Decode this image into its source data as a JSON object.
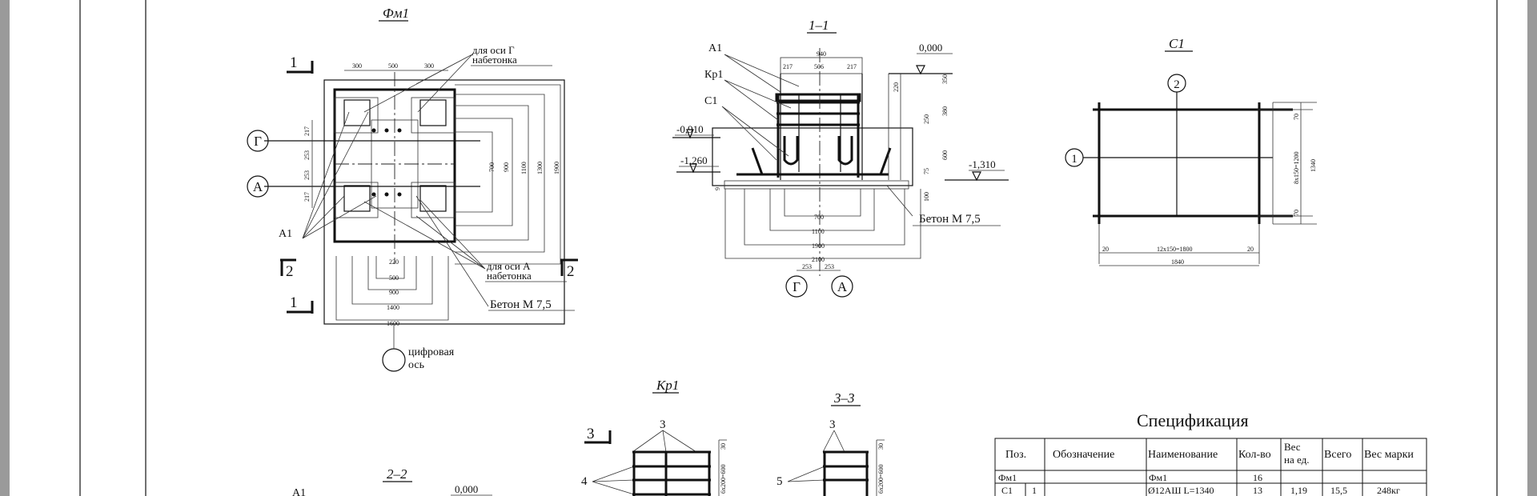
{
  "viewer": {
    "background_color": "#9a9a9a",
    "sheet_color": "#ffffff"
  },
  "drawings": {
    "fm1": {
      "title": "Фм1",
      "section_mark": "1",
      "section2_mark": "2",
      "axis_g": "Г",
      "axis_a": "А",
      "rebar_label": "А1",
      "note_axis_g_line1": "для оси Г",
      "note_axis_g_line2": "набетонка",
      "note_axis_a_line1": "для оси А",
      "note_axis_a_line2": "набетонка",
      "concrete": "Бетон М 7,5",
      "digital_axis_line1": "цифровая",
      "digital_axis_line2": "ось",
      "dims_top": [
        "300",
        "500",
        "300"
      ],
      "dims_left": [
        "217",
        "253",
        "253",
        "217"
      ],
      "dims_right": [
        "700",
        "900",
        "1100",
        "1300",
        "1900"
      ],
      "dims_bottom": [
        "220",
        "500",
        "900",
        "1400",
        "1600"
      ]
    },
    "section_1_1": {
      "title": "1–1",
      "rebar_label": "А1",
      "frame_label": "Кр1",
      "mesh_label": "С1",
      "level_top": "0,000",
      "level_1": "-0,910",
      "level_2": "-1,260",
      "level_3": "-1,310",
      "concrete": "Бетон М 7,5",
      "axis_g": "Г",
      "axis_a": "А",
      "dims_top": [
        "940",
        "217",
        "506",
        "217"
      ],
      "dims_bottom": [
        "700",
        "1100",
        "1900",
        "2100"
      ],
      "dims_axes": [
        "253",
        "253"
      ],
      "dims_right": [
        "220",
        "350",
        "250",
        "380",
        "600",
        "75",
        "100"
      ],
      "dim_small": "9"
    },
    "mesh_c1": {
      "title": "С1",
      "marker_1": "1",
      "marker_2": "2",
      "dim_left": "20",
      "dim_mid": "12x150=1800",
      "dim_right": "20",
      "dim_total": "1840",
      "dim_v_top": "70",
      "dim_v_mid": "8x150=1200",
      "dim_v_bot": "70",
      "dim_v_total": "1340"
    },
    "frame_kr1": {
      "title": "Кр1",
      "section_mark": "3",
      "label_top": "3",
      "label_left": "4",
      "dim_side": "6x200=600",
      "dim_small": "30"
    },
    "section_3_3": {
      "title": "3–3",
      "label_top": "3",
      "label_left": "5",
      "dim_side": "6x200=600",
      "dim_small": "30"
    },
    "section_2_2": {
      "title": "2–2",
      "rebar_label": "А1",
      "level": "0,000"
    }
  },
  "specification": {
    "title": "Спецификация",
    "headers": [
      "Поз.",
      "Обозначение",
      "Наименование",
      "Кол-во",
      "Вес на ед.",
      "Всего",
      "Вес марки"
    ],
    "header_ves_line1": "Вес",
    "header_ves_line2": "на ед.",
    "group": {
      "pos": "Фм1",
      "name": "Фм1",
      "qty": "16"
    },
    "row": {
      "pos": "С1",
      "sub": "1",
      "name": "Ø12АШ L=1340",
      "qty": "13",
      "unit_weight": "1,19",
      "total": "15,5",
      "mark_weight": "248кг"
    }
  }
}
